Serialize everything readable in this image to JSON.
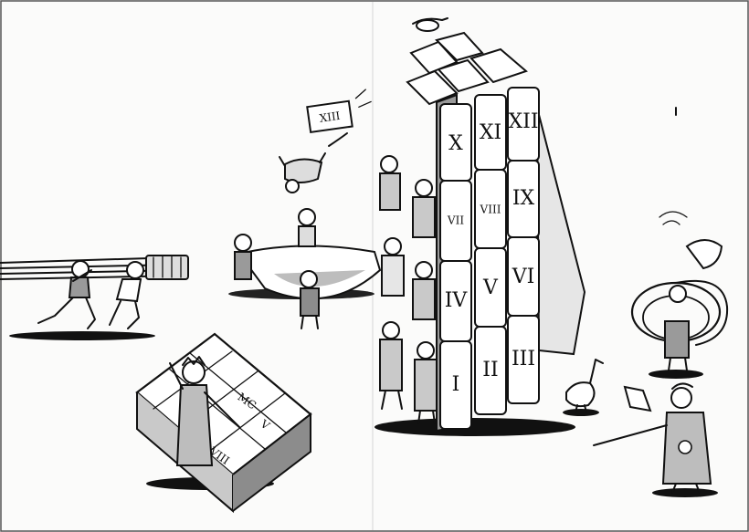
{
  "tower": {
    "row1": [
      "X",
      "XI",
      "XII"
    ],
    "row2": [
      "VII",
      "VIII",
      "IX"
    ],
    "row3": [
      "IV",
      "V",
      "VI"
    ],
    "row4": [
      "I",
      "II",
      "III"
    ]
  },
  "flying_sign": "XIII",
  "board": {
    "cell_a": "MC",
    "cell_b": "V",
    "cell_c": "VIII"
  },
  "colors": {
    "ink": "#111111",
    "paper": "#fbfbfa",
    "shade": "#8c8c8c"
  }
}
